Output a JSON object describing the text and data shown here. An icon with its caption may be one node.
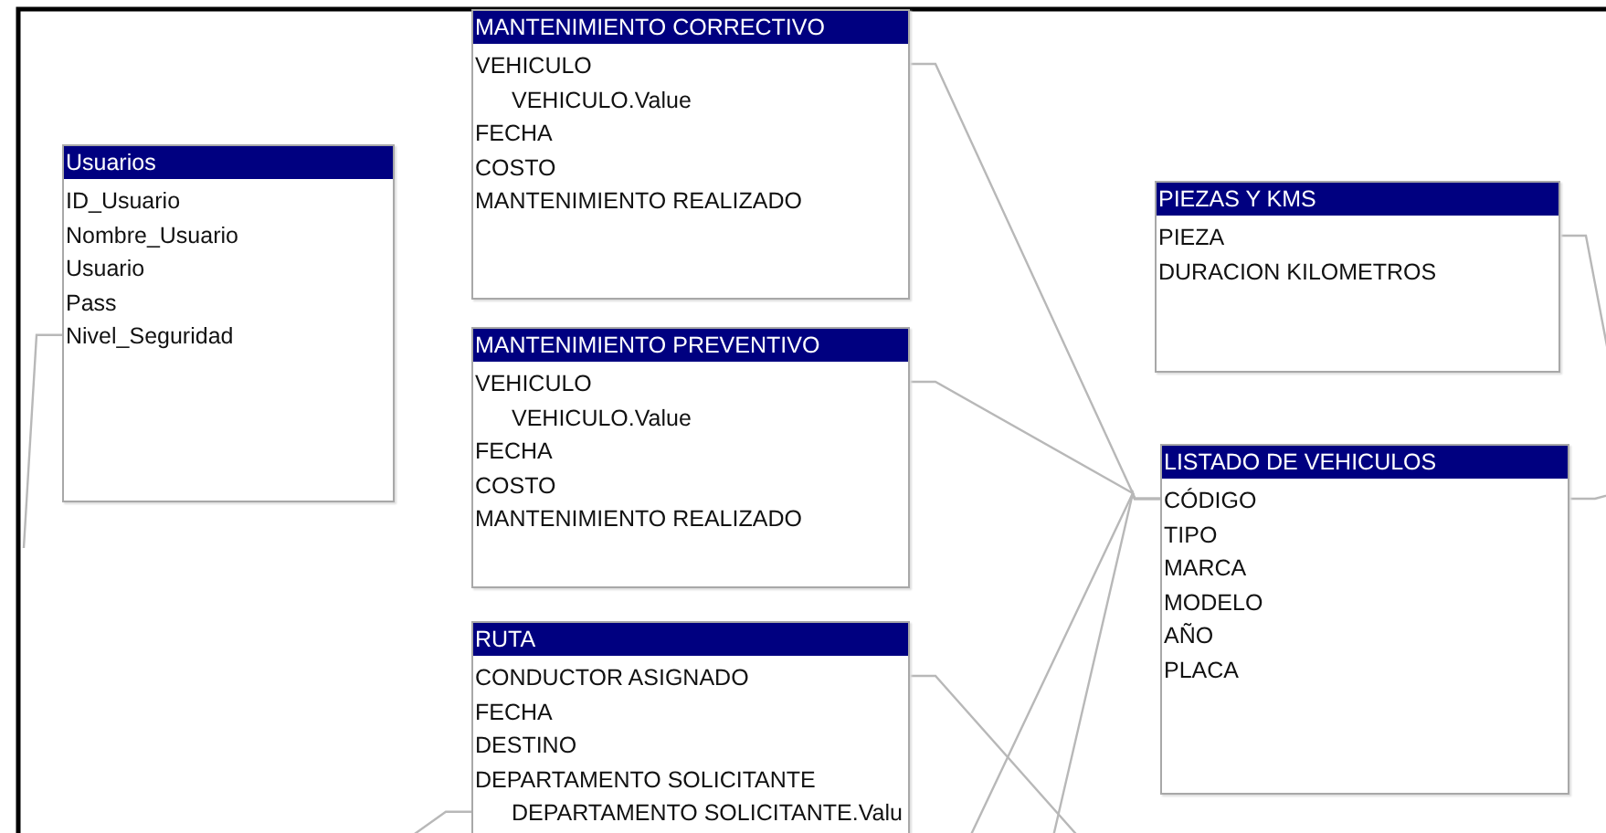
{
  "diagram": {
    "nodes": [
      {
        "text": [
          "Usuarios",
          "ID_Usuario",
          "Nombre_Usuario",
          "Usuario",
          "Pass",
          "Nivel_Seguridad"
        ]
      },
      {
        "text": [
          "MANTENIMIENTO CORRECTIVO",
          "VEHICULO",
          "VEHICULO.Value",
          "FECHA",
          "COSTO",
          "MANTENIMIENTO REALIZADO"
        ]
      },
      {
        "text": [
          "MANTENIMIENTO PREVENTIVO",
          "VEHICULO",
          "VEHICULO.Value",
          "FECHA",
          "COSTO",
          "MANTENIMIENTO REALIZADO"
        ]
      },
      {
        "text": [
          "RUTA",
          "CONDUCTOR ASIGNADO",
          "FECHA",
          "DESTINO",
          "DEPARTAMENTO SOLICITANTE",
          "DEPARTAMENTO SOLICITANTE.Valu"
        ]
      },
      {
        "text": [
          "PIEZAS Y KMS",
          "PIEZA",
          "DURACION KILOMETROS"
        ]
      },
      {
        "text": [
          "LISTADO DE VEHICULOS",
          "CÓDIGO",
          "TIPO",
          "MARCA",
          "MODELO",
          "AÑO",
          "PLACA"
        ]
      }
    ],
    "edges": [
      {
        "from": 1,
        "to": 5,
        "arrow": "none"
      },
      {
        "from": 2,
        "to": 5,
        "arrow": "none"
      },
      {
        "from": 3,
        "to": null,
        "arrow": "none"
      },
      {
        "from": null,
        "to": 5,
        "arrow": "none"
      },
      {
        "from": null,
        "to": 5,
        "arrow": "none"
      },
      {
        "from": 0,
        "to": null,
        "arrow": "none"
      },
      {
        "from": 3,
        "to": null,
        "arrow": "none"
      },
      {
        "from": 4,
        "to": null,
        "arrow": "none"
      },
      {
        "from": 5,
        "to": null,
        "arrow": "none"
      }
    ]
  }
}
